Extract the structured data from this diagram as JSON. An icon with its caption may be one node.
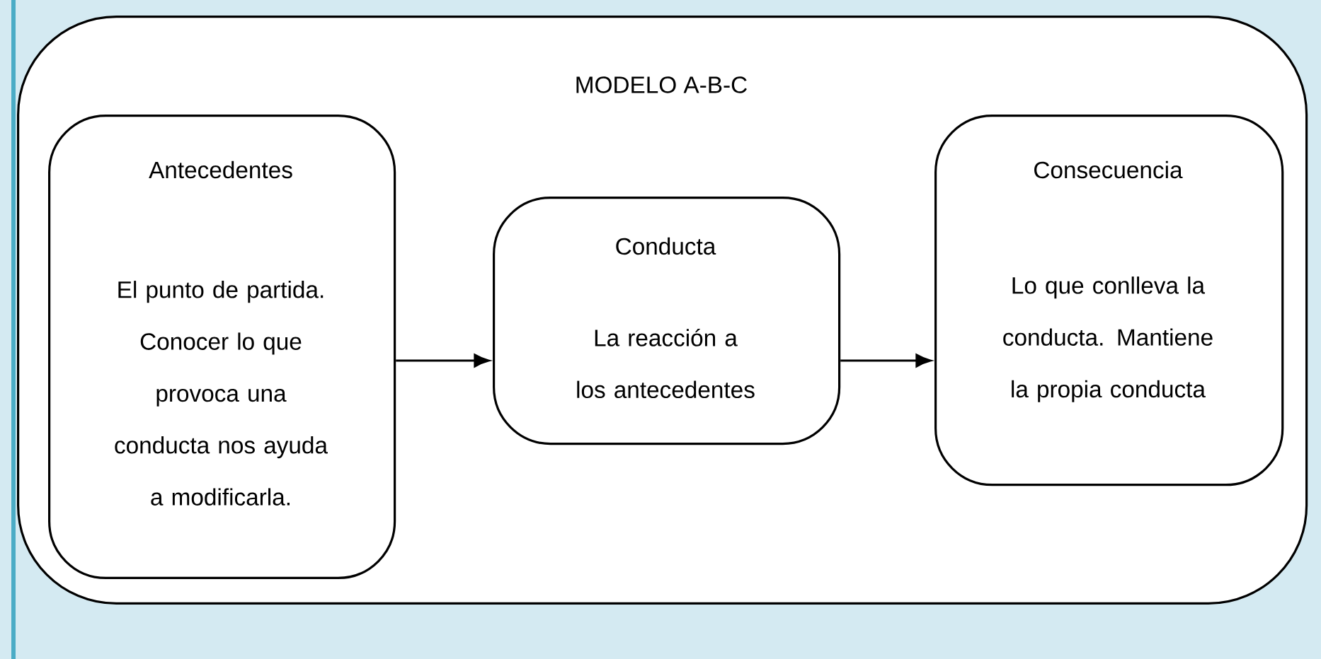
{
  "diagram": {
    "nodes": [
      {
        "text": [
          "MODELO A-B-C"
        ]
      },
      {
        "text": [
          "Antecedentes",
          "El punto de partida. Conocer lo que provoca una conducta nos ayuda a modificarla."
        ],
        "in": 0
      },
      {
        "text": [
          "Conducta",
          "La reacción a los antecedentes"
        ],
        "in": 0
      },
      {
        "text": [
          "Consecuencia",
          "Lo que conlleva la conducta. Mantiene la propia conducta"
        ],
        "in": 0
      }
    ],
    "edges": [
      {
        "from": 1,
        "to": 2,
        "arrow": "to"
      },
      {
        "from": 2,
        "to": 3,
        "arrow": "to"
      }
    ]
  }
}
